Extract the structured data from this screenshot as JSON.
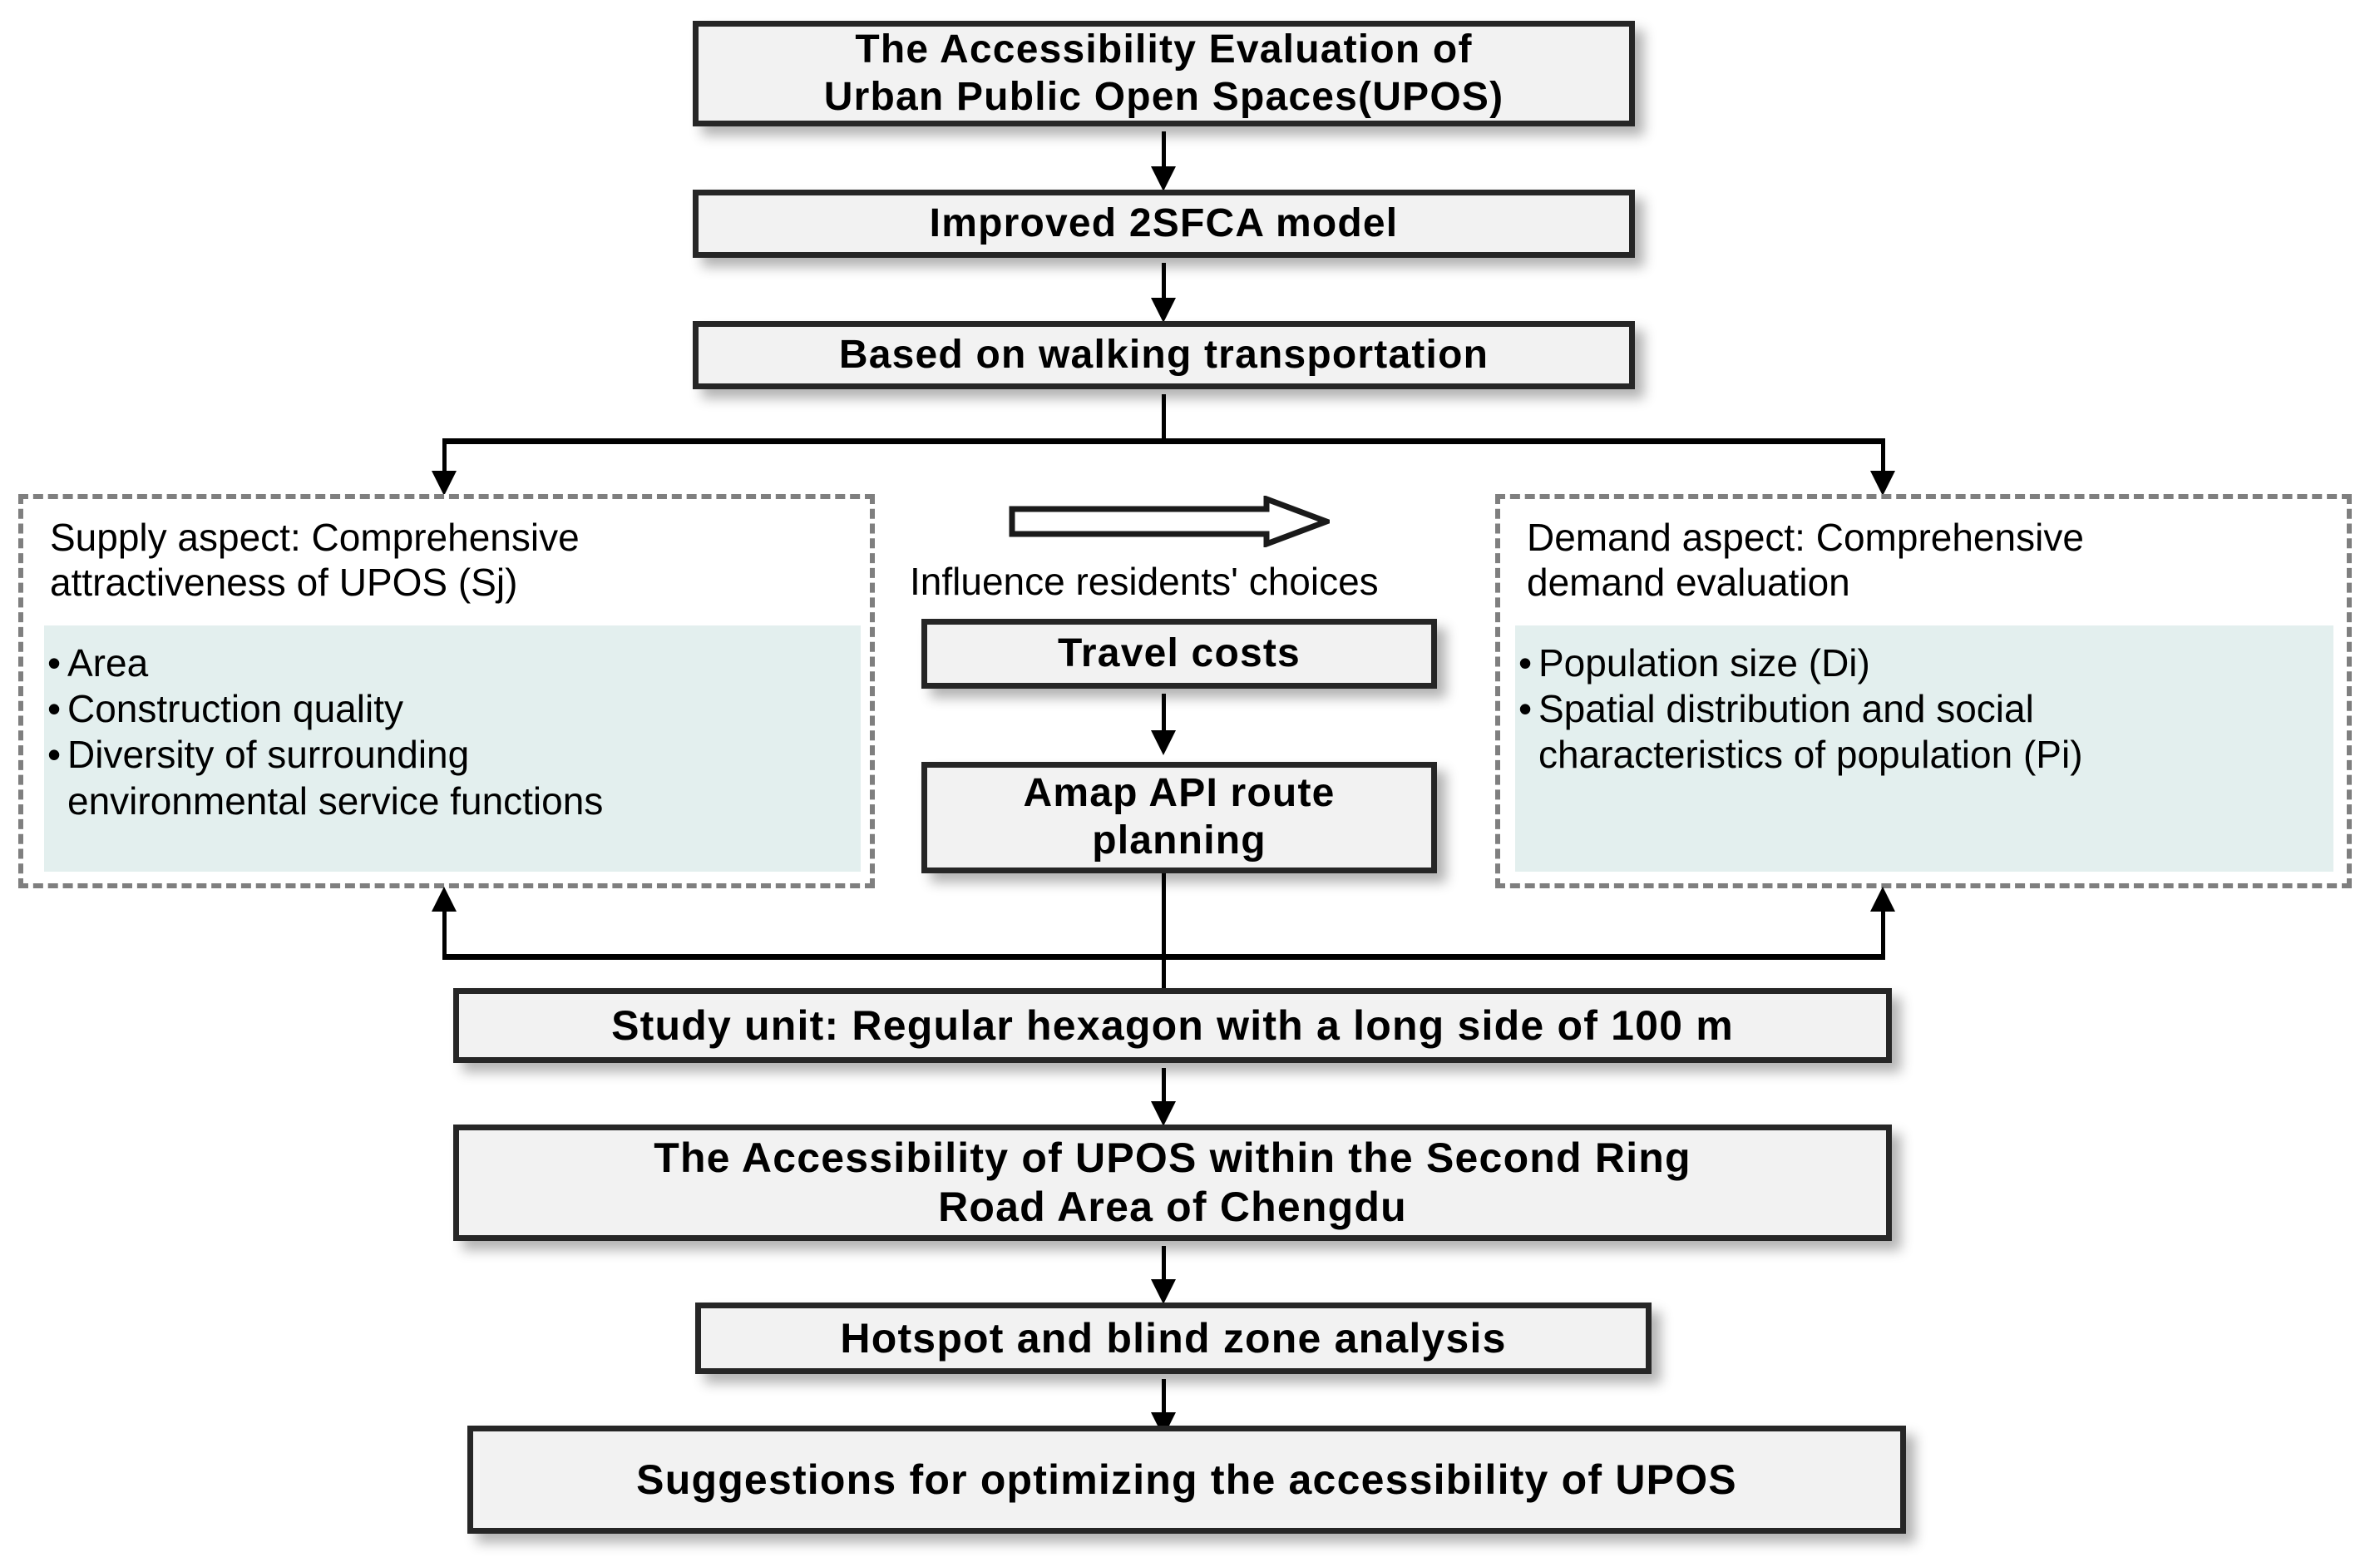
{
  "diagram": {
    "title_box": {
      "label": "The Accessibility Evaluation of\nUrban Public Open Spaces(UPOS)"
    },
    "model_box": {
      "label": "Improved 2SFCA model"
    },
    "transport_box": {
      "label": "Based on walking transportation"
    },
    "supply_panel": {
      "heading": "Supply aspect: Comprehensive\nattractiveness of UPOS (Sj)",
      "items": [
        "Area",
        "Construction quality",
        "Diversity of surrounding\n environmental service functions"
      ]
    },
    "demand_panel": {
      "heading": "Demand aspect: Comprehensive\ndemand evaluation",
      "items": [
        "Population size (Di)",
        "Spatial distribution and social\n characteristics of population (Pi)"
      ]
    },
    "influence_label": "Influence residents' choices",
    "travel_costs_box": {
      "label": "Travel costs"
    },
    "amap_box": {
      "label": "Amap API route\nplanning"
    },
    "study_unit_box": {
      "label": "Study unit: Regular hexagon with a long side of 100 m"
    },
    "accessibility_box": {
      "label": "The Accessibility of UPOS within the  Second Ring\nRoad Area of Chengdu"
    },
    "hotspot_box": {
      "label": "Hotspot and blind zone analysis"
    },
    "suggestions_box": {
      "label": "Suggestions for optimizing the accessibility of UPOS"
    },
    "colors": {
      "box_fill": "#f2f2f2",
      "box_border": "#262626",
      "panel_border": "#7f7f7f",
      "highlight_fill": "#e3efee",
      "connector": "#000000",
      "text": "#000000"
    }
  }
}
